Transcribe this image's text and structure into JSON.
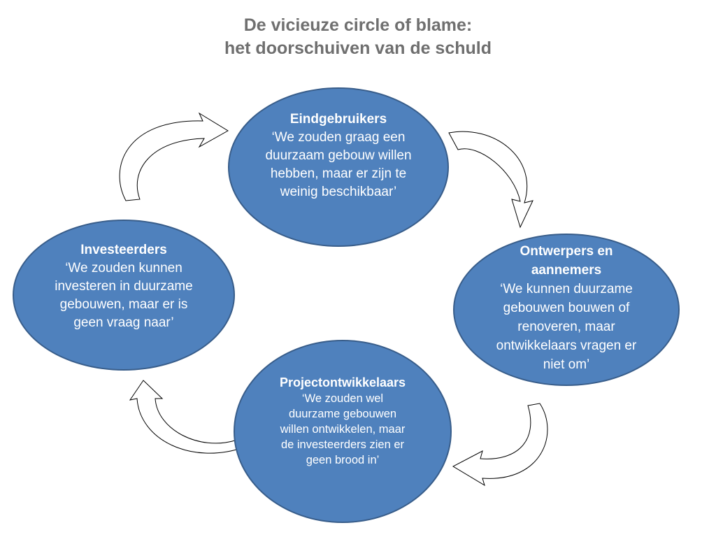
{
  "title": {
    "line1": "De vicieuze circle of blame:",
    "line2": "het doorschuiven van de schuld"
  },
  "nodes": {
    "eindgebruikers": {
      "heading": "Eindgebruikers",
      "quote": "‘We zouden graag een\nduurzaam gebouw willen\nhebben, maar er zijn te\nweinig beschikbaar’"
    },
    "ontwerpers": {
      "heading": "Ontwerpers en\naannemers",
      "quote": "‘We kunnen duurzame\ngebouwen bouwen of\nrenoveren, maar\nontwikkelaars vragen er\nniet om’"
    },
    "projectontwikkelaars": {
      "heading": "Projectontwikkelaars",
      "quote": "‘We zouden wel\nduurzame gebouwen\nwillen ontwikkelen, maar\nde investeerders zien er\ngeen brood in’"
    },
    "investeerders": {
      "heading": "Investeerders",
      "quote": "‘We zouden kunnen\ninvesteren in duurzame\ngebouwen, maar er is\ngeen vraag naar’"
    }
  },
  "colors": {
    "ellipse_fill": "#4f81bd",
    "ellipse_border": "#385d8a",
    "title_text": "#6f6f6f",
    "ellipse_text": "#ffffff"
  }
}
